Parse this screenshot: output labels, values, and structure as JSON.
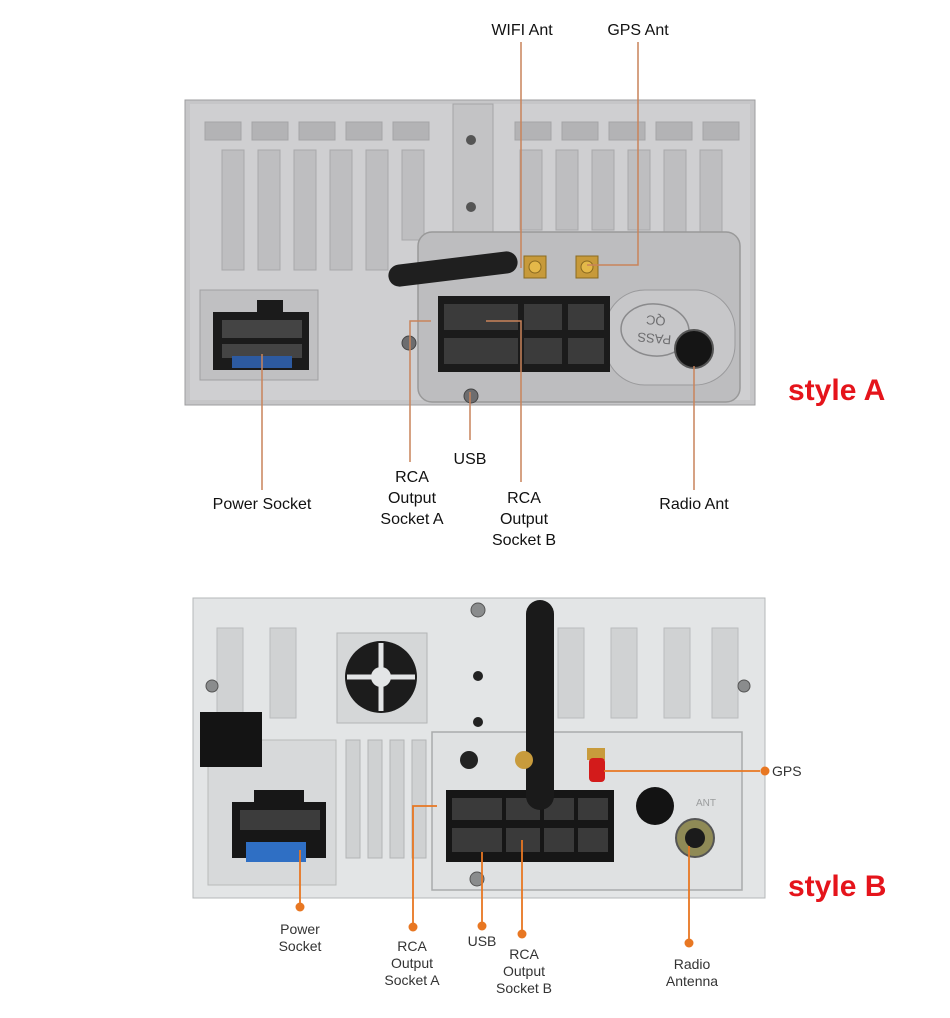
{
  "style_a": {
    "tag": "style A",
    "labels": {
      "wifi": "WIFI Ant",
      "gps": "GPS Ant",
      "usb": "USB",
      "rca_a": "RCA\nOutput\nSocket A",
      "rca_b": "RCA\nOutput\nSocket B",
      "power": "Power Socket",
      "radio": "Radio Ant"
    },
    "panel_marks": {
      "qc": "QC",
      "pass": "PASS"
    }
  },
  "style_b": {
    "tag": "style B",
    "labels": {
      "gps": "GPS",
      "power": "Power\nSocket",
      "rca_a": "RCA\nOutput\nSocket A",
      "usb": "USB",
      "rca_b": "RCA\nOutput\nSocket B",
      "radio": "Radio\nAntenna"
    },
    "panel_marks": {
      "ant": "ANT"
    }
  },
  "colors": {
    "accent_red": "#e5141b",
    "leader_line_a": "#c9835a",
    "leader_line_b": "#e87722",
    "panel_a": "#c9c9cb",
    "panel_b": "#dcdedf"
  }
}
